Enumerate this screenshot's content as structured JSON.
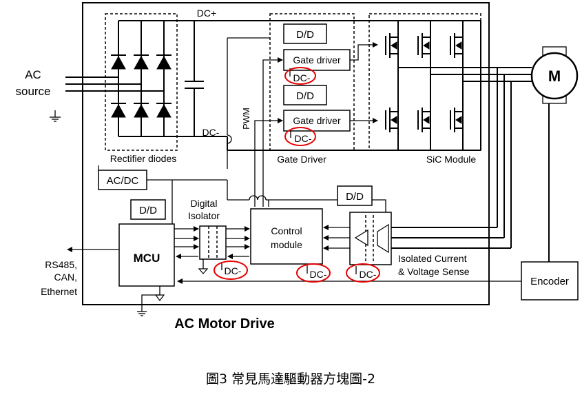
{
  "diagram": {
    "title": "AC Motor Drive",
    "caption": "圖3 常見馬達驅動器方塊圖-2",
    "ac_source": [
      "AC",
      "source"
    ],
    "dc_plus": "DC+",
    "dc_minus": "DC-",
    "rectifier_label": "Rectifier diodes",
    "gate_driver_group_label": "Gate Driver",
    "sic_module_label": "SiC Module",
    "pwm_label": "PWM",
    "dd_label": "D/D",
    "gate_driver_label": "Gate  driver",
    "ac_dc_label": "AC/DC",
    "mcu_label": "MCU",
    "digital_isolator_label": [
      "Digital",
      "Isolator"
    ],
    "control_module_label": [
      "Control",
      "module"
    ],
    "isolated_sense_label": [
      "Isolated  Current",
      "& Voltage  Sense"
    ],
    "encoder_label": "Encoder",
    "motor_label": "M",
    "comm_label": [
      "RS485,",
      "CAN,",
      "Ethernet"
    ],
    "dc_ground_label": "DC-"
  }
}
